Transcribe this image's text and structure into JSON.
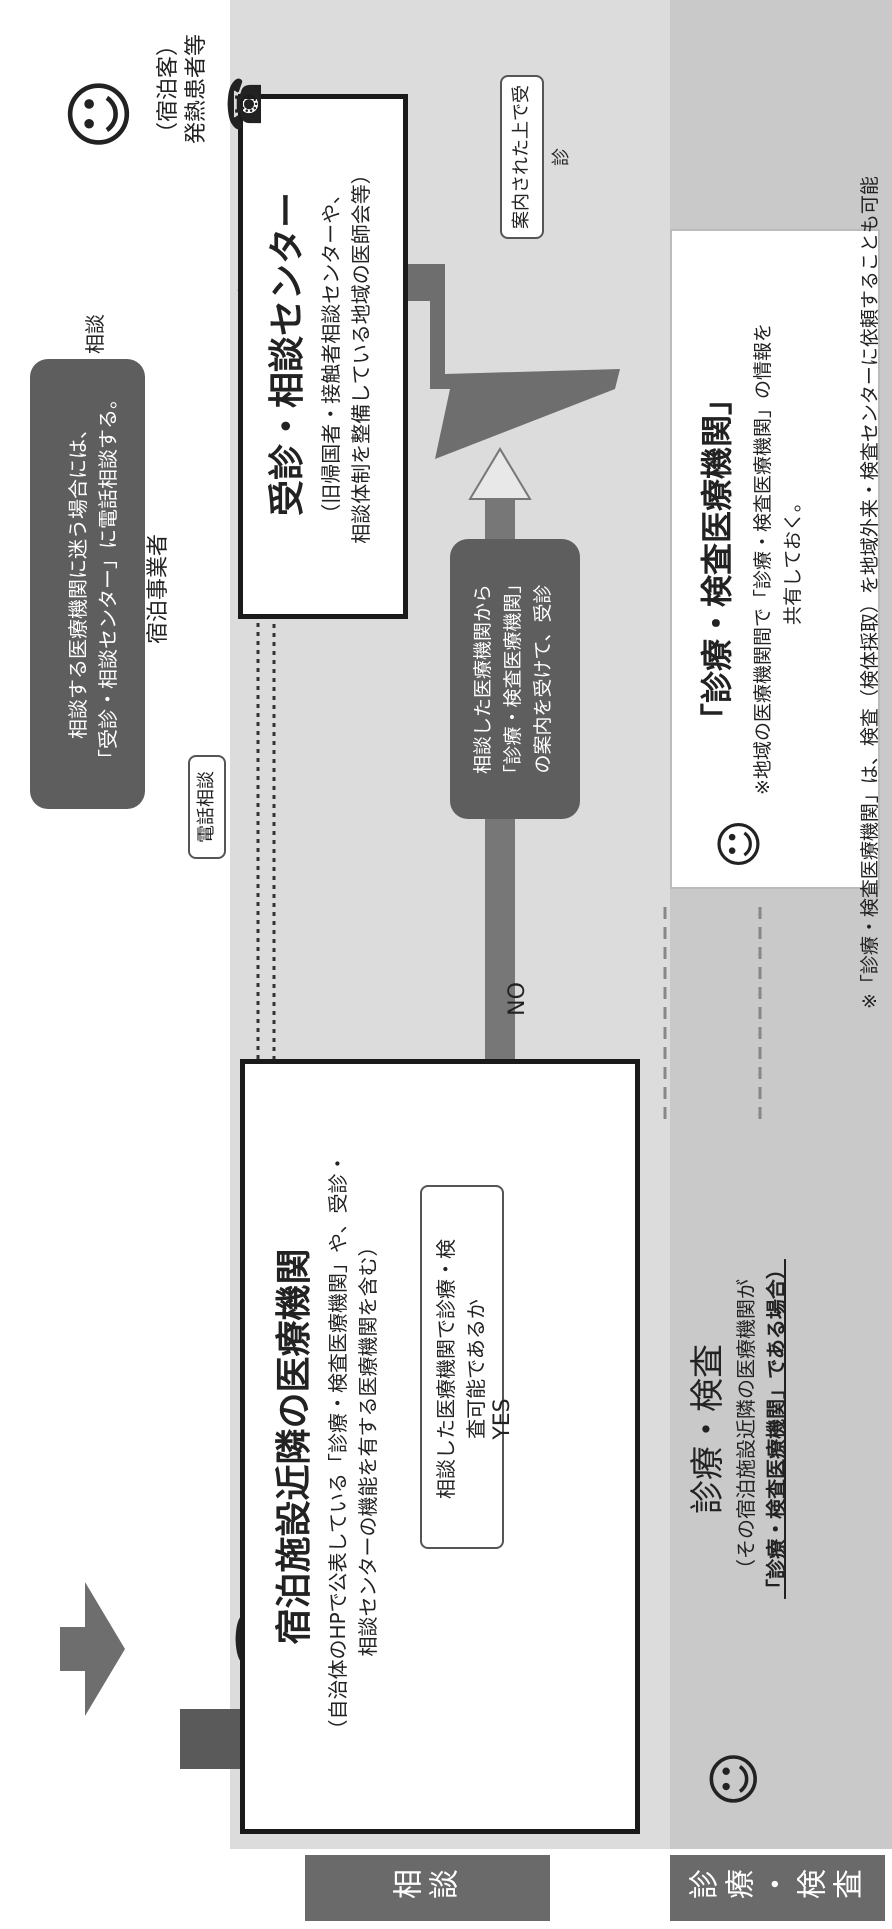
{
  "side_labels": {
    "consult": "相談",
    "exam": "診療・検査"
  },
  "patient": {
    "line1": "（宿泊客）",
    "line2": "発熱患者等"
  },
  "consult_arrow_label": "相談",
  "operator_label": "宿泊事業者",
  "phone_label": "電話相談",
  "callout_top": {
    "line1": "相談する医療機関に迷う場合には、",
    "line2": "「受診・相談センター」に電話相談する。"
  },
  "center": {
    "title": "受診・相談センター",
    "desc1": "（旧帰国者・接触者相談センターや、",
    "desc2": "相談体制を整備している地域の医師会等）"
  },
  "guided_label": "案内された上で受診",
  "nearby": {
    "title": "宿泊施設近隣の医療機関",
    "desc1": "（自治体のHPで公表している「診療・検査医療機関」や、受診・",
    "desc2": "相談センターの機能を有する医療機関を含む）"
  },
  "question": {
    "line1": "相談した医療機関で診療・検",
    "line2": "査可能であるか"
  },
  "yes_label": "YES",
  "no_label": "NO",
  "callout_mid": {
    "line1": "相談した医療機関から",
    "line2": "「診療・検査医療機関」",
    "line3": "の案内を受けて、受診"
  },
  "exam": {
    "title": "診療・検査",
    "desc1": "（その宿泊施設近隣の医療機関が",
    "desc2": "「診療・検査医療機関」である場合）"
  },
  "exam_inst": {
    "title": "「診療・検査医療機関」",
    "note1": "※地域の医療機関間で「診療・検査医療機関」の情報を",
    "note2": "共有しておく。"
  },
  "footnote": "※「診療・検査医療機関」は、検査（検体採取）を地域外来・検査センターに依頼することも可能"
}
